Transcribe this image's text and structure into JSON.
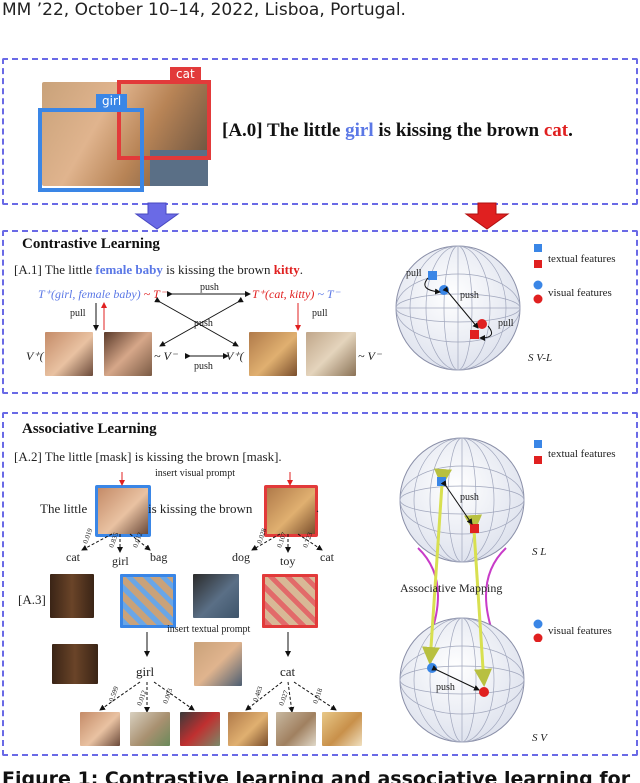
{
  "header": "MM ’22, October 10–14, 2022, Lisboa, Portugal.",
  "top": {
    "tag_girl": "girl",
    "tag_cat": "cat",
    "sentence_prefix": "[A.0] The little",
    "word_girl": "girl",
    "sentence_mid": "is kissing the brown",
    "word_cat": "cat",
    "sentence_end": "."
  },
  "contrastive": {
    "title": "Contrastive Learning",
    "a1_prefix": "[A.1] The little",
    "a1_female": "female baby",
    "a1_mid": "is kissing the brown",
    "a1_kitty": "kitty",
    "a1_end": ".",
    "t_plus_girl": "T⁺(girl, female baby)",
    "t_minus_1": "~ T⁻",
    "t_plus_cat": "T⁺(cat, kitty)",
    "t_minus_2": "~ T⁻",
    "push_top": "push",
    "push_mid": "push",
    "push_bottom": "push",
    "pull_left": "pull",
    "pull_right": "pull",
    "v_plus_1": "V⁺(",
    "v_minus_1": "~ V⁻",
    "v_plus_2": "V⁺(",
    "v_minus_2": "~ V⁻",
    "sphere_pull_1": "pull",
    "sphere_push": "push",
    "sphere_pull_2": "pull",
    "legend_textual": "textual features",
    "legend_visual": "visual features",
    "sphere_label": "S V-L"
  },
  "associative": {
    "title": "Associative Learning",
    "a2": "[A.2] The little [mask] is kissing the brown [mask].",
    "insert_visual": "insert visual prompt",
    "the_little": "The little",
    "kissing_brown": "is kissing the brown",
    "period": ".",
    "cands_left": [
      {
        "word": "cat",
        "prob": "0.019"
      },
      {
        "word": "girl",
        "prob": "0.835"
      },
      {
        "word": "bag",
        "prob": "0.012"
      }
    ],
    "cands_right": [
      {
        "word": "dog",
        "prob": "0.028"
      },
      {
        "word": "toy",
        "prob": "0.107"
      },
      {
        "word": "cat",
        "prob": "0.723"
      }
    ],
    "a3": "[A.3]",
    "insert_textual": "insert textual prompt",
    "word_girl": "girl",
    "word_cat": "cat",
    "probs_girl": [
      "0.599",
      "0.012",
      "0.003"
    ],
    "probs_cat": [
      "0.483",
      "0.027",
      "0.018"
    ],
    "legend_textual": "textual features",
    "legend_visual": "visual features",
    "push_top": "push",
    "push_bottom": "push",
    "assoc_mapping": "Associative Mapping",
    "label_sl": "S L",
    "label_sv": "S V"
  },
  "caption": "Figure 1: Contrastive learning and associative learning for",
  "colors": {
    "blue": "#3a86e6",
    "red": "#e02020",
    "dash": "#6a6ae6",
    "yellow": "#d8e050",
    "magenta": "#c83cc8"
  }
}
